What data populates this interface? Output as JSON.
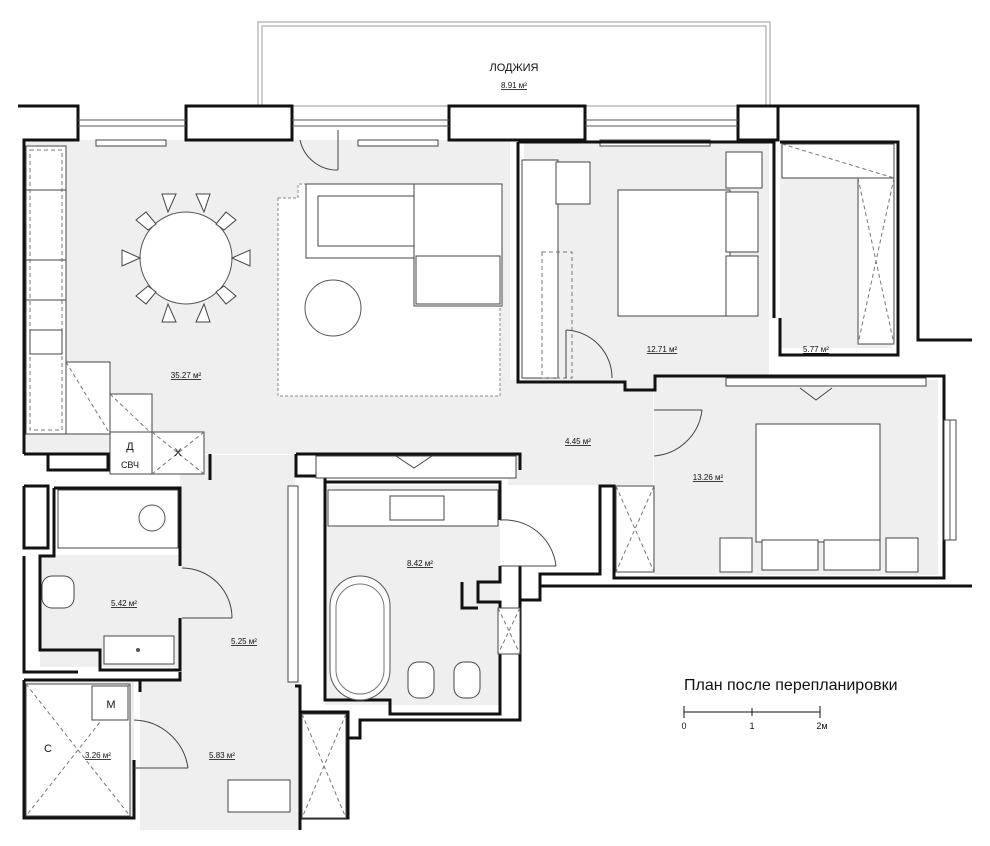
{
  "plan": {
    "title": "План после перепланировки",
    "scale": {
      "ticks": [
        "0",
        "1",
        "2м"
      ]
    },
    "rooms": {
      "loggia": {
        "name": "ЛОДЖИЯ",
        "area": "8.91 м²"
      },
      "living": {
        "area": "35.27 м²"
      },
      "bedroom1": {
        "area": "12.71 м²"
      },
      "closet1": {
        "area": "5.77 м²"
      },
      "hall": {
        "area": "4.45 м²"
      },
      "bedroom2": {
        "area": "13.26 м²"
      },
      "bath_big": {
        "area": "8.42 м²"
      },
      "bath_small": {
        "area": "5.42 м²"
      },
      "corridor": {
        "area": "5.25 м²"
      },
      "entry": {
        "area": "5.83 м²"
      },
      "storage": {
        "area": "3.26 м²"
      }
    },
    "appliances": {
      "oven": "Д",
      "microwave": "СВЧ",
      "fridge": "Х",
      "washer": "М",
      "dryer": "С"
    }
  }
}
